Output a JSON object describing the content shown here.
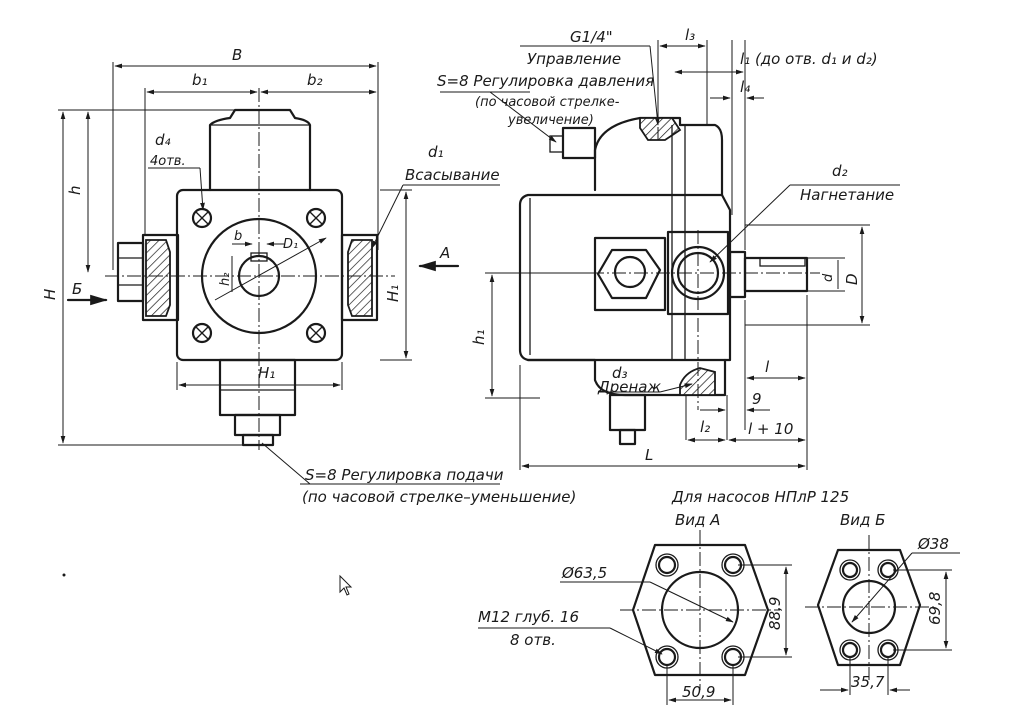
{
  "labels": {
    "B": "B",
    "b1": "b₁",
    "b2": "b₂",
    "b": "b",
    "D1": "D₁",
    "h2": "h₂",
    "d4": "d₄",
    "d4_count": "4отв.",
    "d1": "d₁",
    "suction": "Всасывание",
    "A": "A",
    "B_view_arrow": "Б",
    "H": "H",
    "h": "h",
    "H1_side": "H₁",
    "H1_bottom": "H₁",
    "feed_adjust": "S=8 Регулировка подачи",
    "feed_adjust_note": "(по часовой стрелке–уменьшение)",
    "thread": "G1/4\"",
    "control": "Управление",
    "pressure_adjust": "S=8 Регулировка давления",
    "pressure_note_1": "(по часовой стрелке-",
    "pressure_note_2": "увеличение)",
    "l3": "l₃",
    "l1_note": "l₁ (до отв. d₁ и d₂)",
    "l4": "l₄",
    "d2": "d₂",
    "discharge": "Нагнетание",
    "D": "D",
    "d": "d",
    "h1": "h₁",
    "d3": "d₃",
    "drain": "Дренаж",
    "l": "l",
    "nine": "9",
    "l_plus_10": "l + 10",
    "l2": "l₂",
    "L": "L",
    "for_pumps": "Для насосов НПлР 125",
    "view_A": "Вид А",
    "view_B": "Вид Б",
    "dia_63_5": "Ø63,5",
    "thread_m12": "М12  глуб. 16",
    "holes_8": "8 отв.",
    "dim_88_9": "88,9",
    "dim_50_9": "50,9",
    "dia_38": "Ø38",
    "dim_69_8": "69,8",
    "dim_35_7": "35,7"
  }
}
